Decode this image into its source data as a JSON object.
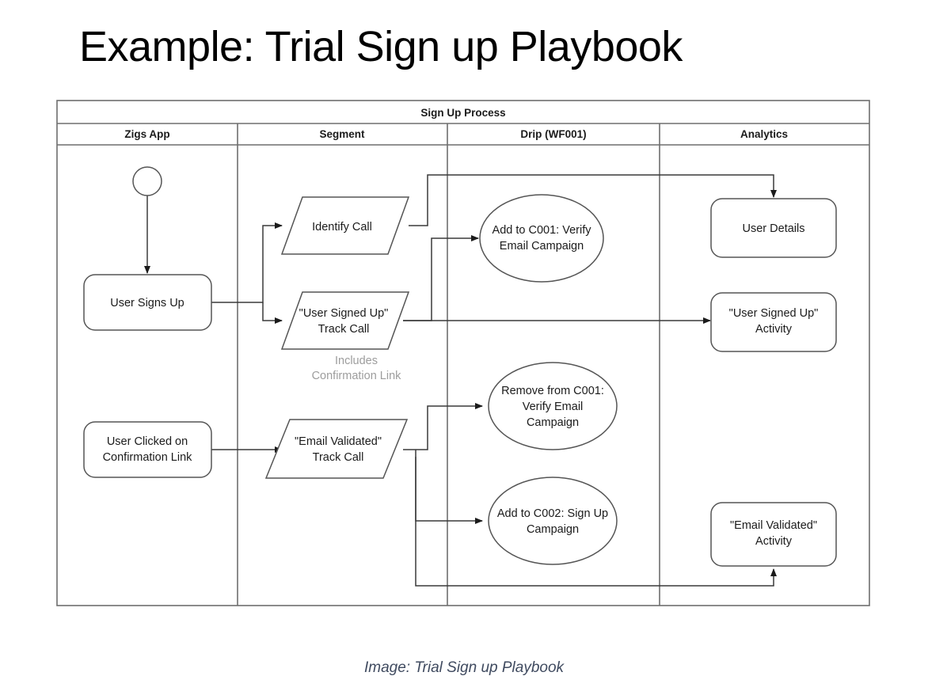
{
  "title": "Example: Trial Sign up Playbook",
  "caption": "Image: Trial Sign up Playbook",
  "diagram": {
    "pool_title": "Sign Up Process",
    "lanes": [
      {
        "label": "Zigs App"
      },
      {
        "label": "Segment"
      },
      {
        "label": "Drip (WF001)"
      },
      {
        "label": "Analytics"
      }
    ],
    "nodes": {
      "start": {
        "label": ""
      },
      "user_signs_up": {
        "label": "User Signs Up"
      },
      "user_clicked_confirmation": {
        "line1": "User Clicked on",
        "line2": "Confirmation Link"
      },
      "identify_call": {
        "label": "Identify Call"
      },
      "user_signed_up_track": {
        "line1": "\"User Signed Up\"",
        "line2": "Track Call"
      },
      "includes_note": {
        "line1": "Includes",
        "line2": "Confirmation Link"
      },
      "email_validated_track": {
        "line1": "\"Email Validated\"",
        "line2": "Track Call"
      },
      "add_c001": {
        "line1": "Add to C001: Verify",
        "line2": "Email Campaign"
      },
      "remove_c001": {
        "line1": "Remove from C001:",
        "line2": "Verify Email",
        "line3": "Campaign"
      },
      "add_c002": {
        "line1": "Add to C002: Sign Up",
        "line2": "Campaign"
      },
      "user_details": {
        "label": "User Details"
      },
      "user_signed_up_activity": {
        "line1": "\"User Signed Up\"",
        "line2": "Activity"
      },
      "email_validated_activity": {
        "line1": "\"Email Validated\"",
        "line2": "Activity"
      }
    },
    "colors": {
      "frame": "#6e6e6e",
      "shape_stroke": "#555555",
      "connector": "#3a3a3a",
      "note_text": "#9d9d9d",
      "caption_text": "#3f4a5f",
      "start_fill": "#000000"
    }
  }
}
